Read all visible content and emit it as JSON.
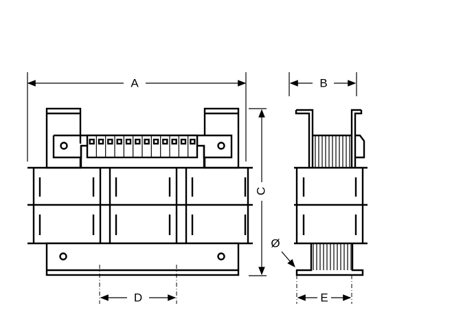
{
  "dimensions": {
    "A": "A",
    "B": "B",
    "C": "C",
    "D": "D",
    "E": "E",
    "diameter": "Ø"
  },
  "terminal_count": 12,
  "colors": {
    "line": "#000000",
    "background": "#ffffff"
  }
}
